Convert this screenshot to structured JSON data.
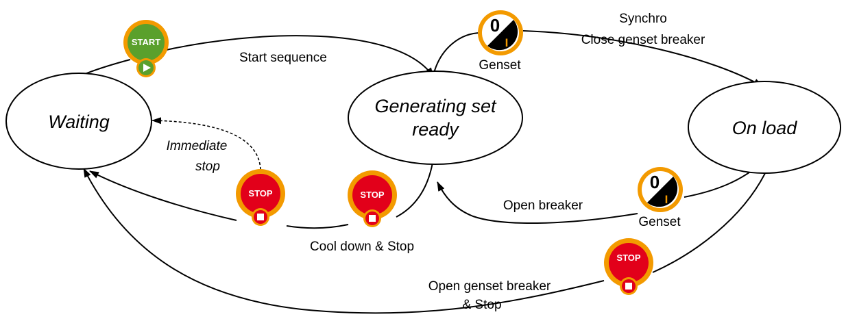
{
  "states": {
    "waiting": {
      "label": "Waiting"
    },
    "ready": {
      "line1": "Generating set",
      "line2": "ready"
    },
    "on_load": {
      "label": "On load"
    }
  },
  "transitions": {
    "start_sequence": "Start sequence",
    "synchro": {
      "line1": "Synchro",
      "line2": "Close genset breaker"
    },
    "immediate_stop": {
      "line1": "Immediate",
      "line2": "stop"
    },
    "cool_down": "Cool down & Stop",
    "open_breaker": "Open breaker",
    "open_genset_breaker": {
      "line1": "Open genset breaker",
      "line2": "& Stop"
    }
  },
  "buttons": {
    "start": {
      "label": "START",
      "color": "#5aa02c",
      "ring": "#f39a00"
    },
    "stop": {
      "label": "STOP",
      "color": "#e2001a",
      "ring": "#f39a00"
    },
    "breaker": {
      "zero": "0",
      "one": "I",
      "caption": "Genset"
    }
  },
  "colors": {
    "line": "#000000",
    "button_ring": "#f39a00",
    "start_green": "#5aa02c",
    "stop_red": "#e2001a"
  }
}
